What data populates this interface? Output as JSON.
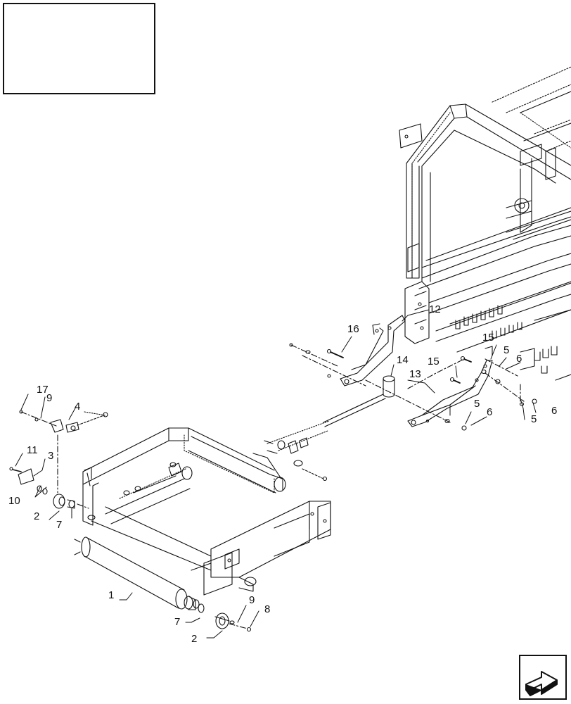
{
  "diagram": {
    "callouts": [
      {
        "id": "c1",
        "text": "1"
      },
      {
        "id": "c2a",
        "text": "2"
      },
      {
        "id": "c2b",
        "text": "2"
      },
      {
        "id": "c3",
        "text": "3"
      },
      {
        "id": "c4",
        "text": "4"
      },
      {
        "id": "c5a",
        "text": "5"
      },
      {
        "id": "c5b",
        "text": "5"
      },
      {
        "id": "c5c",
        "text": "5"
      },
      {
        "id": "c6a",
        "text": "6"
      },
      {
        "id": "c6b",
        "text": "6"
      },
      {
        "id": "c6c",
        "text": "6"
      },
      {
        "id": "c7a",
        "text": "7"
      },
      {
        "id": "c7b",
        "text": "7"
      },
      {
        "id": "c8",
        "text": "8"
      },
      {
        "id": "c9a",
        "text": "9"
      },
      {
        "id": "c9b",
        "text": "9"
      },
      {
        "id": "c10",
        "text": "10"
      },
      {
        "id": "c11",
        "text": "11"
      },
      {
        "id": "c12",
        "text": "12"
      },
      {
        "id": "c13",
        "text": "13"
      },
      {
        "id": "c14",
        "text": "14"
      },
      {
        "id": "c15a",
        "text": "15"
      },
      {
        "id": "c15b",
        "text": "15"
      },
      {
        "id": "c16",
        "text": "16"
      },
      {
        "id": "c17",
        "text": "17"
      }
    ]
  },
  "nav_button": {
    "icon": "arrow-icon"
  },
  "colors": {
    "line": "#111111",
    "background": "#ffffff"
  }
}
